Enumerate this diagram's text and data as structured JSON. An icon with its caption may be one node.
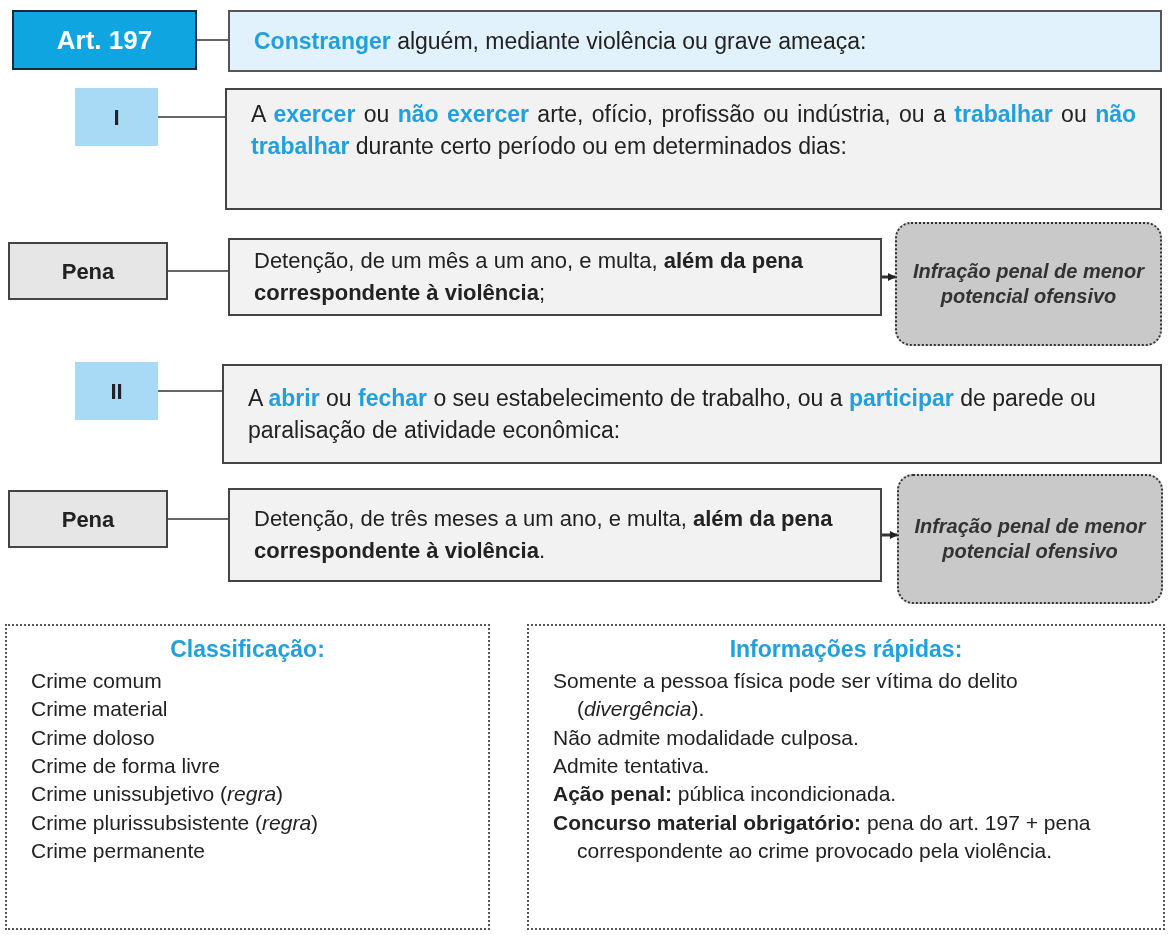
{
  "diagram": {
    "nodes": [
      {
        "text": [
          "Art. 197"
        ]
      },
      {
        "text": [
          "**Constranger** alguém, mediante violência ou grave ameaça:"
        ]
      },
      {
        "text": [
          "I"
        ]
      },
      {
        "text": [
          "A **exercer** ou **não exercer** arte, ofício, profissão ou indústria, ou a **trabalhar** ou **não trabalhar** durante certo período ou em determinados dias:"
        ]
      },
      {
        "text": [
          "Pena"
        ]
      },
      {
        "text": [
          "Detenção, de um mês a um ano, e multa, **além da pena correspondente à violência**;"
        ]
      },
      {
        "text": [
          "Infração penal de menor potencial ofensivo"
        ]
      },
      {
        "text": [
          "II"
        ]
      },
      {
        "text": [
          "A **abrir** ou **fechar** o seu estabelecimento de trabalho, ou a **participar** de parede ou paralisação de atividade econômica:"
        ]
      },
      {
        "text": [
          "Pena"
        ]
      },
      {
        "text": [
          "Detenção, de três meses a um ano, e multa, **além da pena correspondente à violência**."
        ]
      },
      {
        "text": [
          "Infração penal de menor potencial ofensivo"
        ]
      },
      {
        "text": [
          "Classificação:",
          "Crime comum",
          "Crime material",
          "Crime doloso",
          "Crime de forma livre",
          "Crime unissubjetivo (*regra*)",
          "Crime plurissubsistente (*regra*)",
          "Crime permanente"
        ]
      },
      {
        "text": [
          "Informações rápidas:",
          "Somente a pessoa física pode ser vítima do delito (*divergência*).",
          "Não admite modalidade culposa.",
          "Admite tentativa.",
          "**Ação penal:** pública incondicionada.",
          "**Concurso material obrigatório:** pena do art. 197 + pena correspondente ao crime provocado pela violência."
        ]
      }
    ],
    "edges": [
      {
        "from": 0,
        "to": 1,
        "arrow": "none"
      },
      {
        "from": 2,
        "to": 3,
        "arrow": "none"
      },
      {
        "from": 4,
        "to": 5,
        "arrow": "none"
      },
      {
        "from": 5,
        "to": 6,
        "arrow": "to"
      },
      {
        "from": 7,
        "to": 8,
        "arrow": "none"
      },
      {
        "from": 9,
        "to": 10,
        "arrow": "none"
      },
      {
        "from": 10,
        "to": 11,
        "arrow": "to"
      }
    ]
  }
}
